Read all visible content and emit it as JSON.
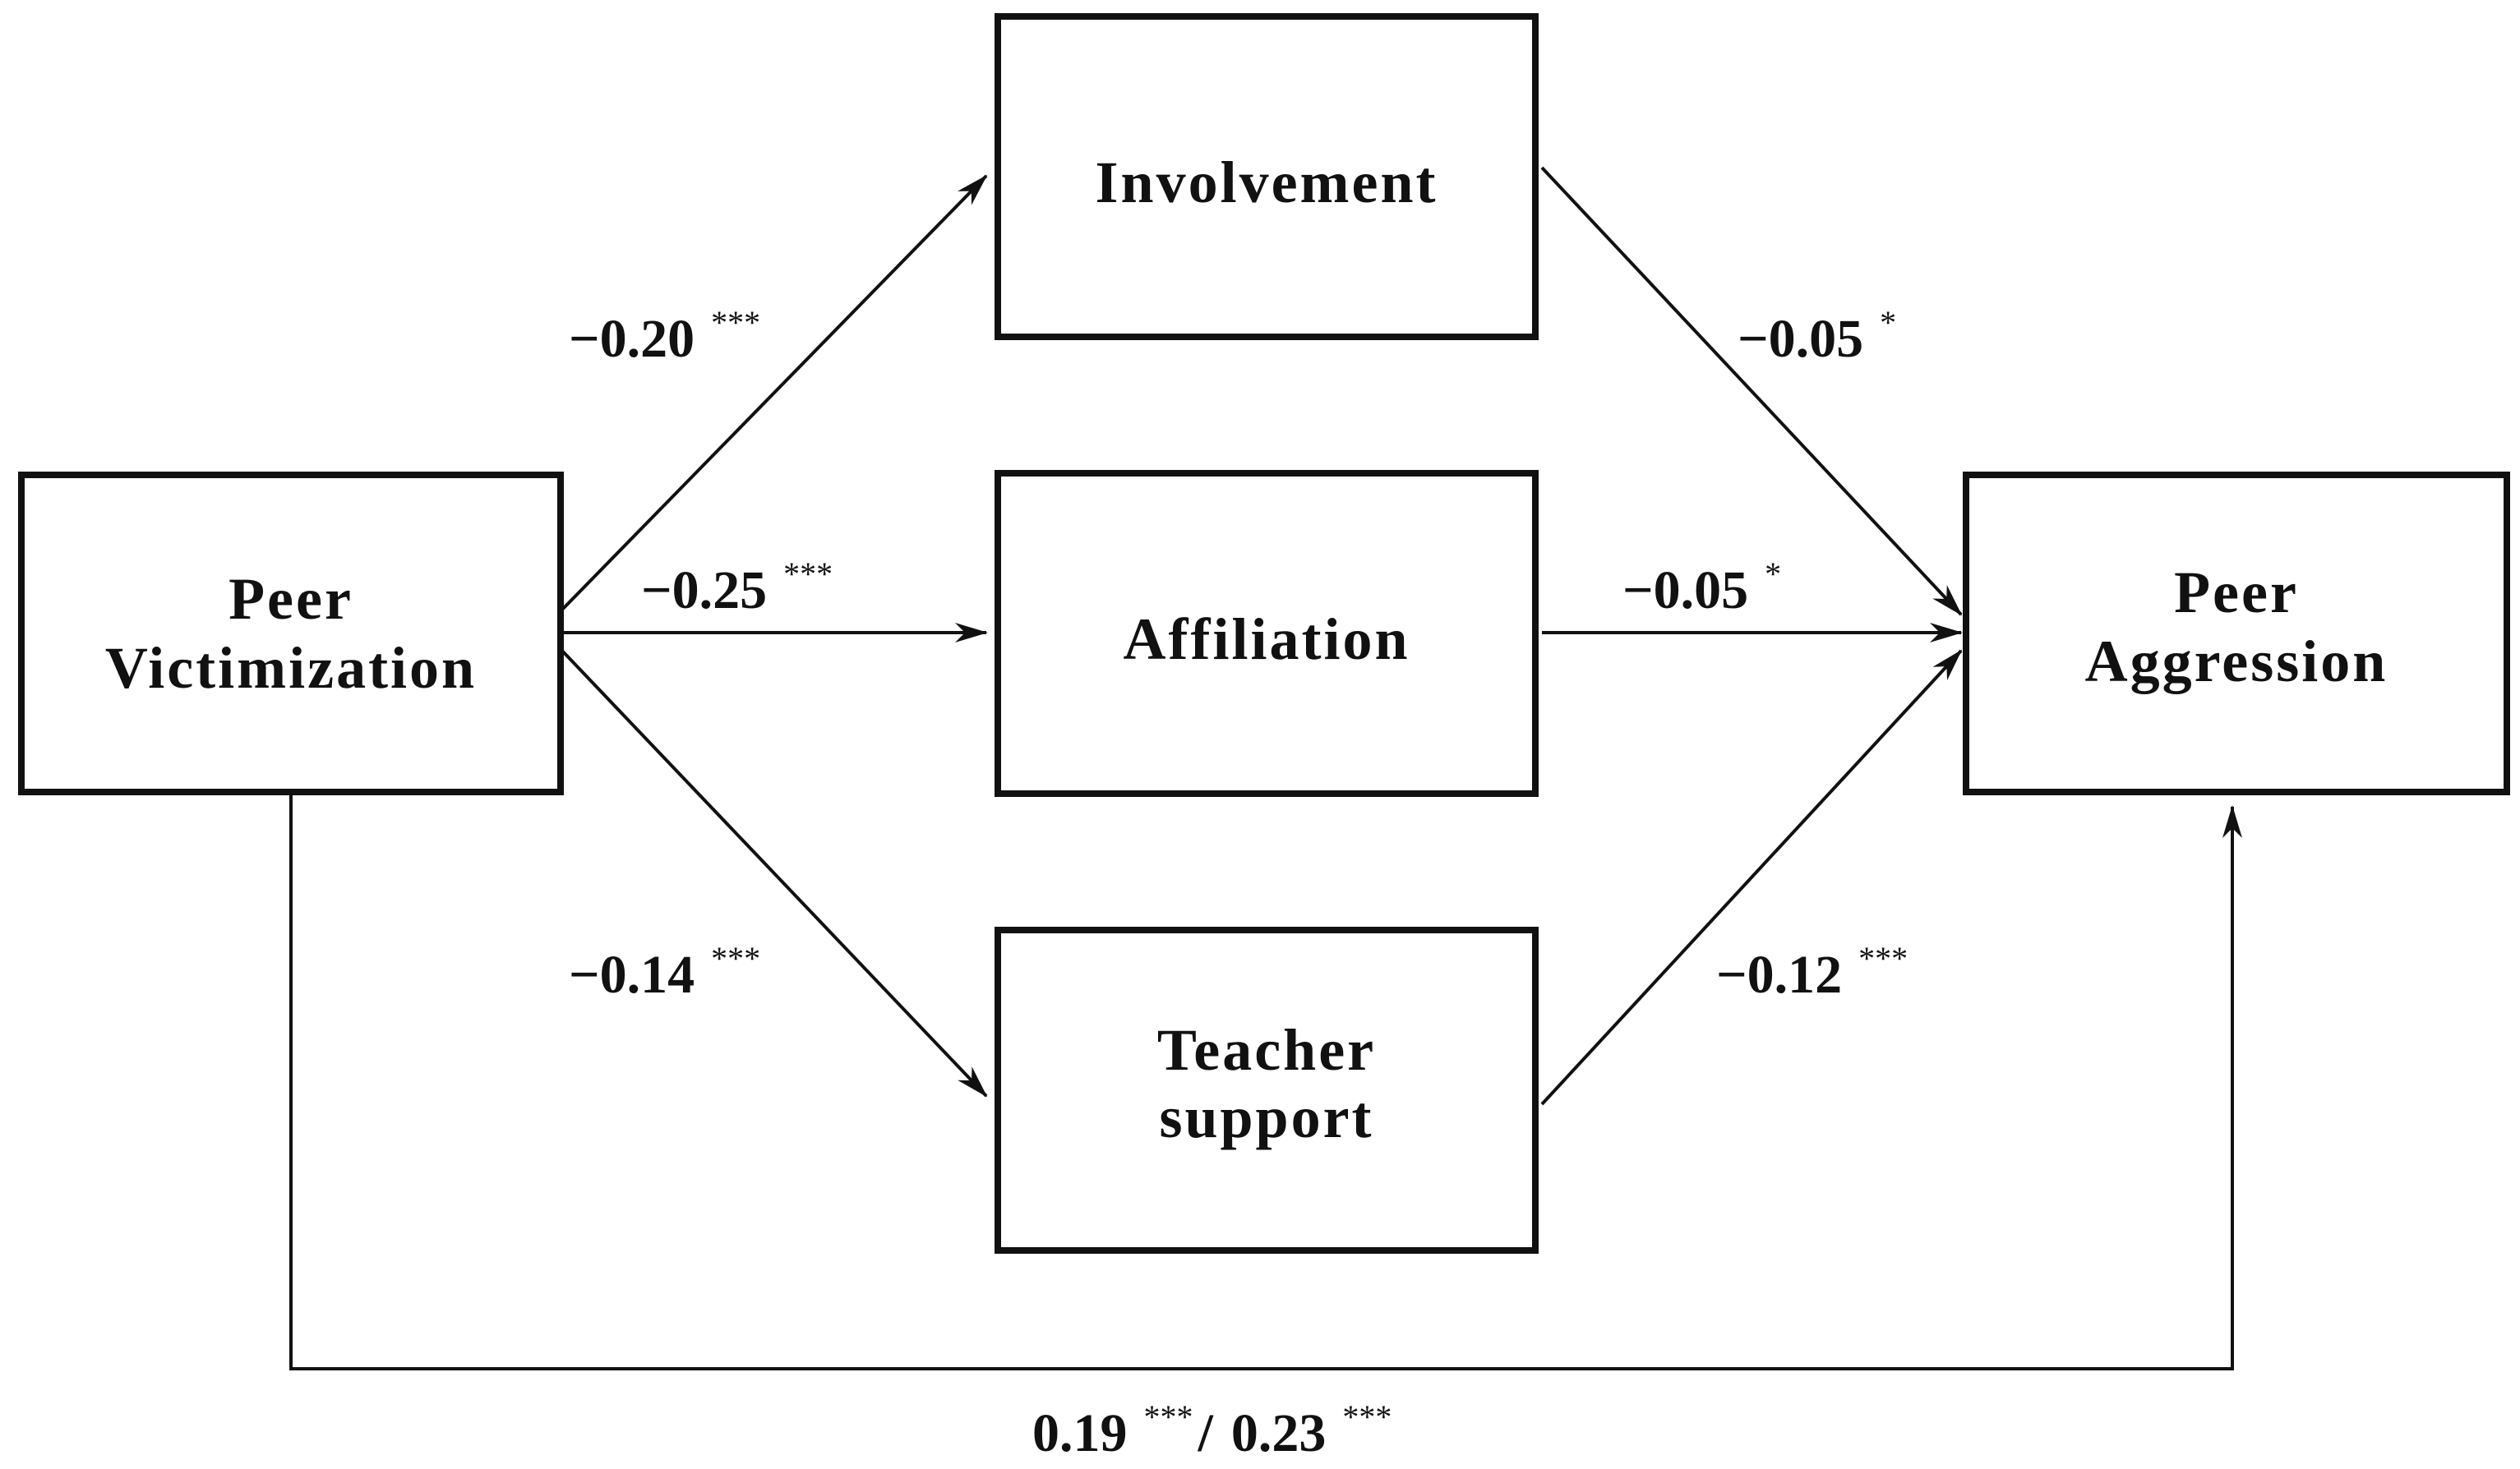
{
  "nodes": {
    "victimization": {
      "lines": [
        "Peer",
        "Victimization"
      ]
    },
    "involvement": {
      "lines": [
        "Involvement"
      ]
    },
    "affiliation": {
      "lines": [
        "Affiliation"
      ]
    },
    "teacher": {
      "lines": [
        "Teacher",
        "support"
      ]
    },
    "aggression": {
      "lines": [
        "Peer",
        "Aggression"
      ]
    }
  },
  "paths": {
    "victimization_involvement": {
      "coef": "−0.20",
      "sig": "***"
    },
    "victimization_affiliation": {
      "coef": "−0.25",
      "sig": "***"
    },
    "victimization_teacher": {
      "coef": "−0.14",
      "sig": "***"
    },
    "involvement_aggression": {
      "coef": "−0.05",
      "sig": "*"
    },
    "affiliation_aggression": {
      "coef": "−0.05",
      "sig": "*"
    },
    "teacher_aggression": {
      "coef": "−0.12",
      "sig": "***"
    },
    "direct": {
      "coef1": "0.19",
      "sig1": "***",
      "separator": "/",
      "coef2": "0.23",
      "sig2": "***"
    }
  }
}
